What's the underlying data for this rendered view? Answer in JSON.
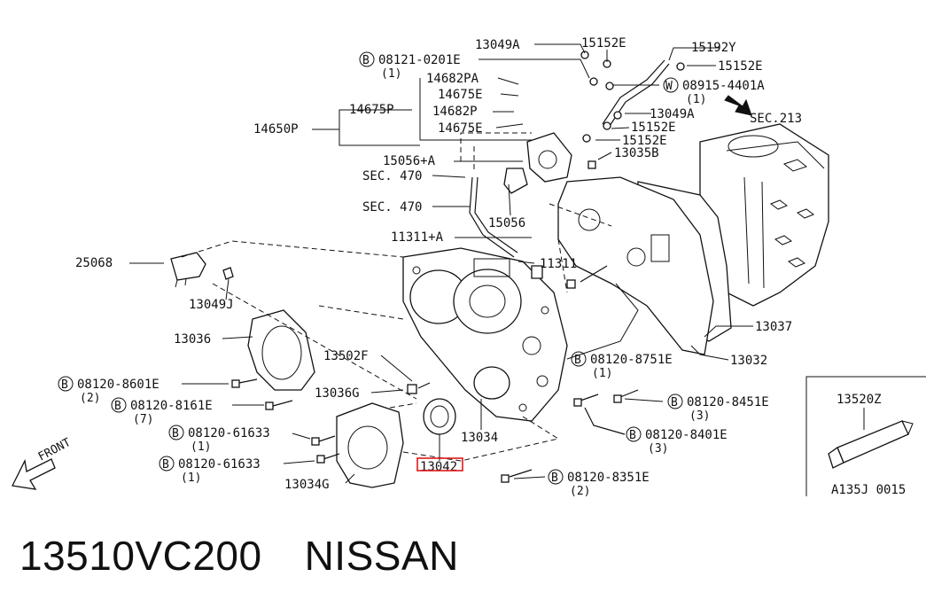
{
  "labels": {
    "l_13049A_top": "13049A",
    "l_15152E_a": "15152E",
    "l_15192Y": "15192Y",
    "l_15152E_b": "15152E",
    "l_08121": "08121-0201E",
    "l_08121_qty": "(1)",
    "l_14682PA": "14682PA",
    "l_14675E_a": "14675E",
    "l_14682P": "14682P",
    "l_14675P": "14675P",
    "l_14650P": "14650P",
    "l_14675E_b": "14675E",
    "l_08915": "08915-4401A",
    "l_08915_qty": "(1)",
    "l_sec213": "SEC.213",
    "l_13049A_mid": "13049A",
    "l_15152E_c": "15152E",
    "l_15152E_d": "15152E",
    "l_13035B": "13035B",
    "l_15056A": "15056+A",
    "l_sec470_a": "SEC. 470",
    "l_sec470_b": "SEC. 470",
    "l_15056": "15056",
    "l_11311A": "11311+A",
    "l_11311": "11311",
    "l_25068": "25068",
    "l_13049J": "13049J",
    "l_13036": "13036",
    "l_13502F": "13502F",
    "l_13036G": "13036G",
    "l_08120_8601": "08120-8601E",
    "l_08120_8601_qty": "(2)",
    "l_08120_8161": "08120-8161E",
    "l_08120_8161_qty": "(7)",
    "l_08120_61633_a": "08120-61633",
    "l_08120_61633_a_qty": "(1)",
    "l_08120_61633_b": "08120-61633",
    "l_08120_61633_b_qty": "(1)",
    "l_13034G": "13034G",
    "l_13042": "13042",
    "l_13034": "13034",
    "l_08120_8751": "08120-8751E",
    "l_08120_8751_qty": "(1)",
    "l_08120_8451": "08120-8451E",
    "l_08120_8451_qty": "(3)",
    "l_08120_8401": "08120-8401E",
    "l_08120_8401_qty": "(3)",
    "l_08120_8351": "08120-8351E",
    "l_08120_8351_qty": "(2)",
    "l_13037": "13037",
    "l_13032": "13032",
    "l_13520Z": "13520Z",
    "l_front": "FRONT",
    "l_code": "A135J 0015",
    "b_sym": "B",
    "w_sym": "W"
  },
  "caption": {
    "part_number": "13510VC200",
    "brand": "NISSAN"
  },
  "colors": {
    "highlight": "#e01818",
    "ink": "#111111"
  }
}
